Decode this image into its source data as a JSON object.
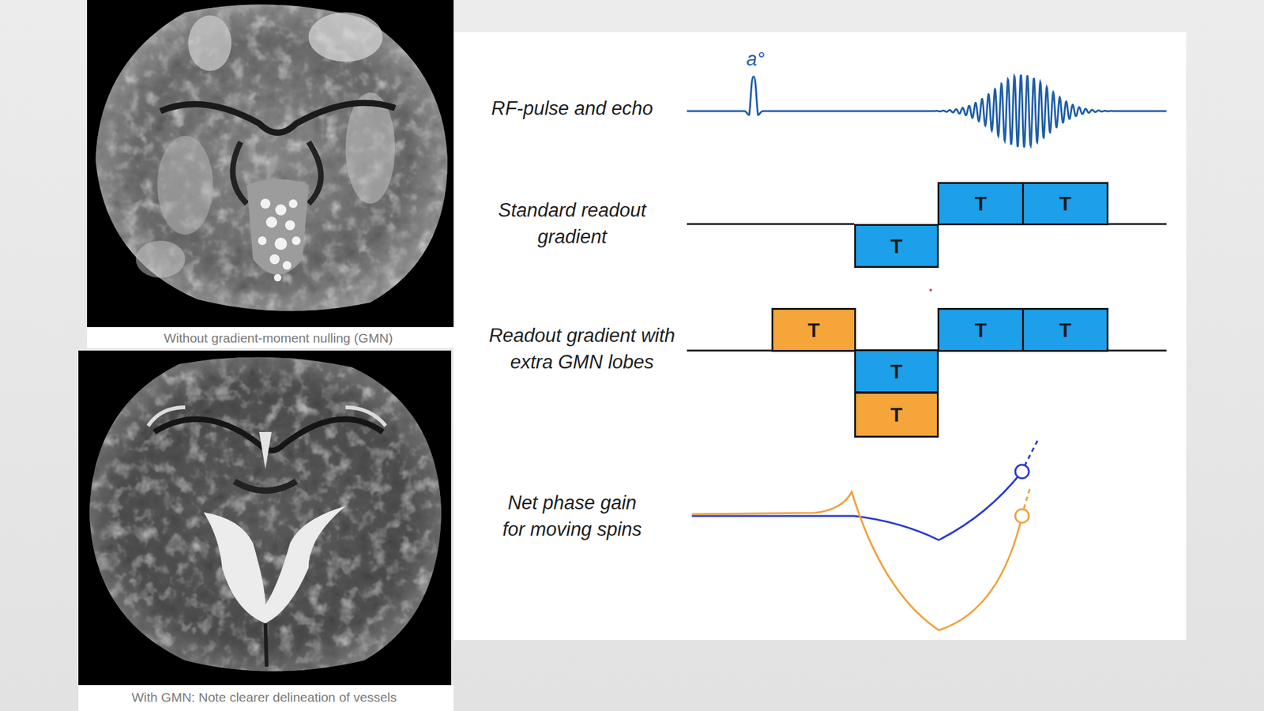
{
  "diagram": {
    "nodes": [
      {
        "text": [
          "T"
        ]
      },
      {
        "text": [
          "T"
        ]
      },
      {
        "text": [
          "T"
        ]
      },
      {
        "text": [
          "T"
        ]
      },
      {
        "text": [
          "T"
        ]
      },
      {
        "text": [
          "T"
        ]
      },
      {
        "text": [
          "T"
        ]
      },
      {
        "text": [
          "T"
        ]
      }
    ],
    "labels": [
      "Without gradient-moment nulling (GMN)",
      "With GMN: Note clearer delineation of vessels",
      "RF-pulse and echo",
      "Standard readout gradient",
      "Readout gradient with extra GMN lobes",
      "Net phase gain for moving spins",
      "a°"
    ]
  }
}
